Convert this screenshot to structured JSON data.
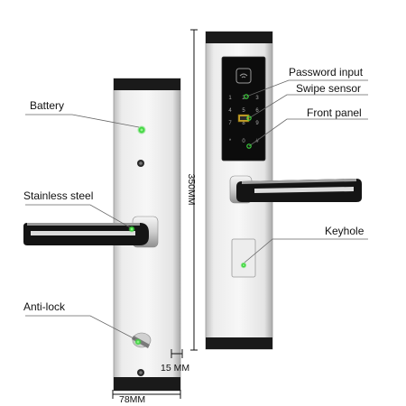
{
  "callouts": {
    "battery": "Battery",
    "stainless_steel": "Stainless steel",
    "anti_lock": "Anti-lock",
    "password_input": "Password input",
    "swipe_sensor": "Swipe sensor",
    "front_panel": "Front panel",
    "keyhole": "Keyhole"
  },
  "dimensions": {
    "height": "350MM",
    "depth": "15 MM",
    "width": "78MM"
  },
  "keypad": {
    "keys": [
      "1",
      "2",
      "3",
      "4",
      "5",
      "6",
      "7",
      "8",
      "9",
      "*",
      "0",
      "#"
    ]
  },
  "colors": {
    "indicator": "#3ed63e",
    "steel_light": "#f2f2f2",
    "steel_dark": "#b9b9b9",
    "cap": "#1a1a1a"
  }
}
